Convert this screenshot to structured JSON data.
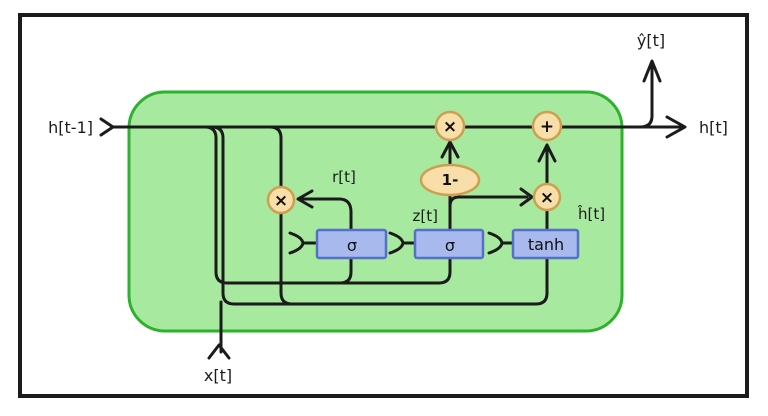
{
  "diagram": {
    "type": "GRU recurrent cell diagram",
    "labels": {
      "h_prev": "h[t-1]",
      "h_out": "h[t]",
      "y_out": "ŷ[t]",
      "x_in": "x[t]",
      "r_gate": "r[t]",
      "z_gate": "z[t]",
      "h_hat": "ĥ[t]",
      "one_minus": "1-"
    },
    "gates": {
      "reset_activation": "σ",
      "update_activation": "σ",
      "candidate_activation": "tanh"
    },
    "operators": {
      "multiply": "×",
      "add": "+"
    },
    "colors": {
      "cell_fill": "#a8e9a0",
      "cell_border": "#2eb22e",
      "gate_box_fill": "#a8b9ee",
      "gate_box_border": "#5570c8",
      "op_node_fill": "#f8dfaa",
      "op_node_border": "#cda050",
      "wire": "#1b1b1b",
      "background": "#ffffff"
    }
  }
}
